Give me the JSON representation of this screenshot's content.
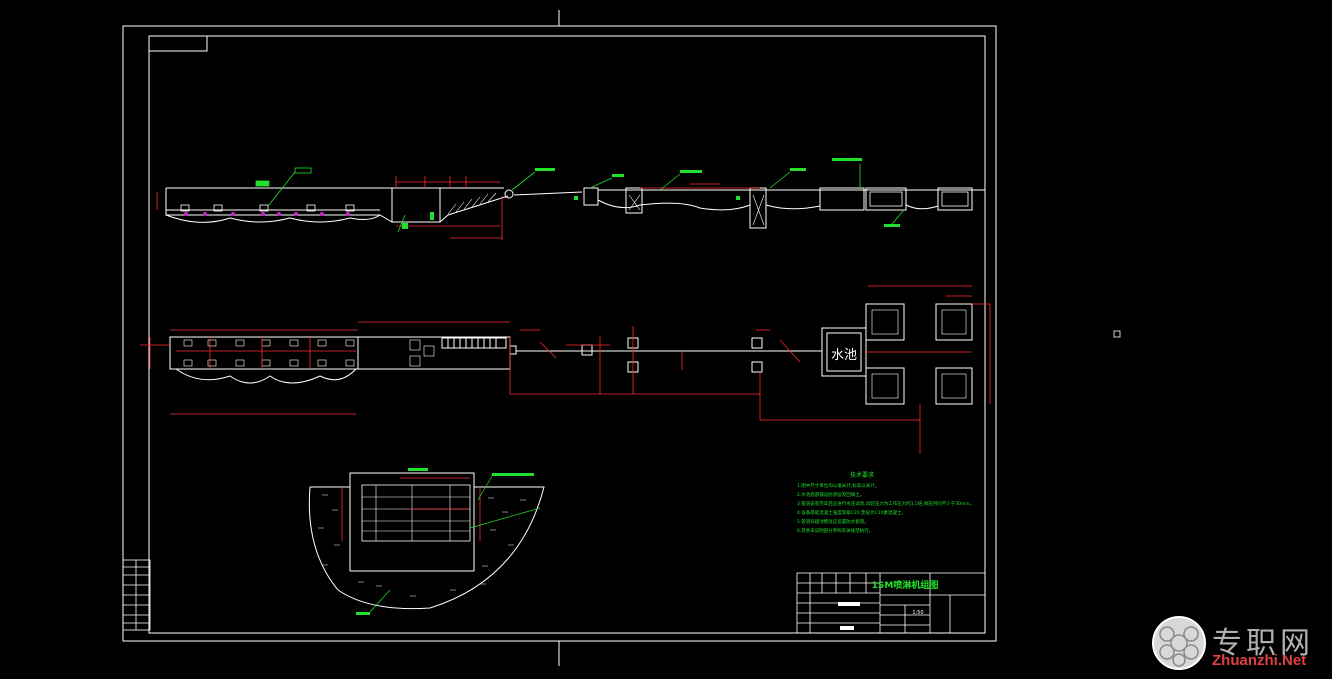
{
  "drawing": {
    "title_block": {
      "drawing_name": "1SM喷淋机组图",
      "scale_row": "1:50"
    },
    "notes": {
      "heading": "技术要求",
      "lines": [
        "1.图中尺寸单位均以毫米计,标高以米计。",
        "2.水池底部铺设防渗层及回填土。",
        "3.管道安装完毕后应进行水压试验,试验压力为工作压力的1.5倍,保压时间不少于30min。",
        "4.设备基础混凝土强度等级C20,垫层为C10素混凝土。",
        "5.管道穿越池壁处应设置防水套管。",
        "6.其余未说明部分参照有关规范执行。"
      ]
    },
    "plan_labels": {
      "pool": "水池"
    },
    "colors": {
      "frame": "#ffffff",
      "dimension": "#ff2a2a",
      "annotation": "#22e12a",
      "marker": "#d020d0",
      "background": "#000000"
    }
  },
  "watermark": {
    "cn": "专职网",
    "en": "Zhuanzhi.Net"
  }
}
